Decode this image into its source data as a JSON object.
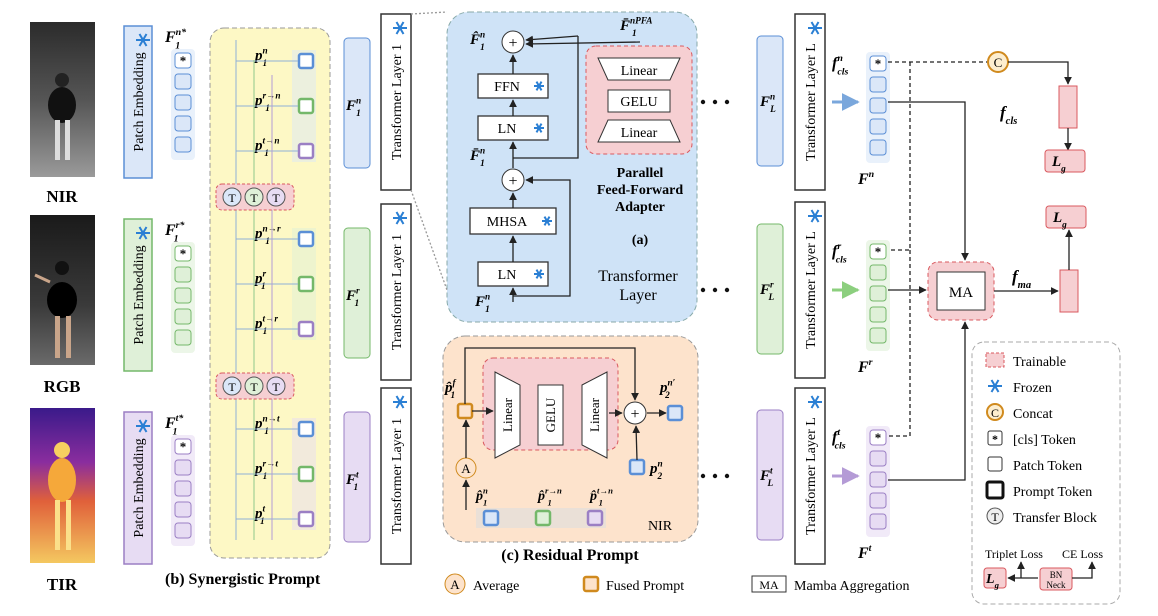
{
  "modalities": {
    "nir": {
      "label": "NIR",
      "feat": "F",
      "sup": "n*"
    },
    "rgb": {
      "label": "RGB",
      "feat": "F",
      "sup": "r*"
    },
    "tir": {
      "label": "TIR",
      "feat": "F",
      "sup": "t*"
    }
  },
  "patch_embedding": "Patch Embedding",
  "transformer_layer_1": "Transformer Layer 1",
  "transformer_layer_L": "Transformer Layer L",
  "cls_mark": "*",
  "transfer_mark": "T",
  "synergistic": {
    "caption": "(b)  Synergistic Prompt",
    "prompts_nir": [
      "n",
      "r→n",
      "t→n"
    ],
    "prompts_rgb": [
      "n→r",
      "r",
      "t→r"
    ],
    "prompts_tir": [
      "n→t",
      "r→t",
      "t"
    ]
  },
  "layer1_feats": [
    {
      "base": "F",
      "sub": "1",
      "sup": "n"
    },
    {
      "base": "F",
      "sub": "1",
      "sup": "r"
    },
    {
      "base": "F",
      "sub": "1",
      "sup": "t"
    }
  ],
  "layerL_feats": [
    {
      "base": "F",
      "sub": "L",
      "sup": "n"
    },
    {
      "base": "F",
      "sub": "L",
      "sup": "r"
    },
    {
      "base": "F",
      "sub": "L",
      "sup": "t"
    }
  ],
  "out_feats": [
    {
      "base": "F",
      "sup": "n"
    },
    {
      "base": "F",
      "sup": "r"
    },
    {
      "base": "F",
      "sup": "t"
    }
  ],
  "cls_labels": [
    {
      "base": "f",
      "sub": "cls",
      "sup": "n"
    },
    {
      "base": "f",
      "sub": "cls",
      "sup": "r"
    },
    {
      "base": "f",
      "sub": "cls",
      "sup": "t"
    }
  ],
  "transformer_block": {
    "ffn": "FFN",
    "ln": "LN",
    "mhsa": "MHSA",
    "linear": "Linear",
    "gelu": "GELU",
    "pfa_title": [
      "Parallel",
      "Feed-Forward",
      "Adapter"
    ],
    "caption_a": "(a)",
    "layer_title": [
      "Transformer",
      "Layer"
    ],
    "f_hat": {
      "base": "F̂",
      "sub": "1",
      "sup": "n"
    },
    "f_bar_top": {
      "base": "F̄",
      "sub": "1",
      "sup": "nPFA"
    },
    "f_bar_mid": {
      "base": "F̄",
      "sub": "1",
      "sup": "n"
    },
    "f_in": {
      "base": "F",
      "sub": "1",
      "sup": "n"
    }
  },
  "residual": {
    "caption": "(c)  Residual Prompt",
    "region": "NIR",
    "fused": {
      "base": "p̂",
      "sub": "1",
      "sup": "f"
    },
    "out": {
      "base": "p",
      "sub": "2",
      "sup": "n′"
    },
    "p2": {
      "base": "p",
      "sub": "2",
      "sup": "n"
    },
    "avg": "A",
    "inputs": [
      {
        "base": "p̂",
        "sub": "1",
        "sup": "n"
      },
      {
        "base": "p̂",
        "sub": "1",
        "sup": "r→n"
      },
      {
        "base": "p̂",
        "sub": "1",
        "sup": "t→n"
      }
    ]
  },
  "head": {
    "concat": "C",
    "f_cls": {
      "base": "f",
      "sub": "cls"
    },
    "f_ma": {
      "base": "f",
      "sub": "ma"
    },
    "loss": {
      "base": "L",
      "sub": "g"
    },
    "ma": "MA"
  },
  "legend": {
    "items": [
      "Trainable",
      "Frozen",
      "Concat",
      "[cls] Token",
      "Patch Token",
      "Prompt Token",
      "Transfer Block"
    ],
    "concat_mark": "C",
    "cls_mark": "*",
    "transfer_mark": "T",
    "triplet_loss": "Triplet Loss",
    "ce_loss": "CE Loss",
    "bn_neck": [
      "BN",
      "Neck"
    ],
    "loss": {
      "base": "L",
      "sub": "g"
    }
  },
  "bottom_legend": {
    "average_mark": "A",
    "average": "Average",
    "fused": "Fused Prompt",
    "ma_mark": "MA",
    "ma": "Mamba Aggregation"
  },
  "colors": {
    "blue": "#5b8fd6",
    "green": "#74b86a",
    "purple": "#9b7fc4",
    "yellow_bg": "#fdf8c5",
    "blue_bg": "#cfe3f7",
    "orange_bg": "#fde3cc",
    "pink": "#f6cfd2",
    "red": "#f19a9f"
  }
}
